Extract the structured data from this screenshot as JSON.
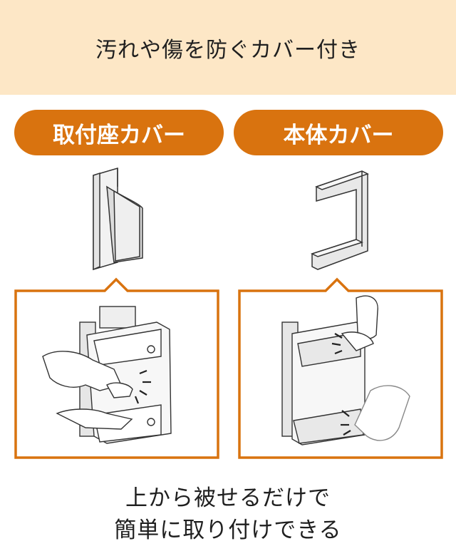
{
  "header": {
    "title": "汚れや傷を防ぐカバー付き"
  },
  "labels": {
    "left": "取付座カバー",
    "right": "本体カバー"
  },
  "caption": {
    "line1": "上から被せるだけで",
    "line2": "簡単に取り付けできる"
  },
  "colors": {
    "accent": "#d9730f",
    "header_bg": "#fde7c6"
  }
}
